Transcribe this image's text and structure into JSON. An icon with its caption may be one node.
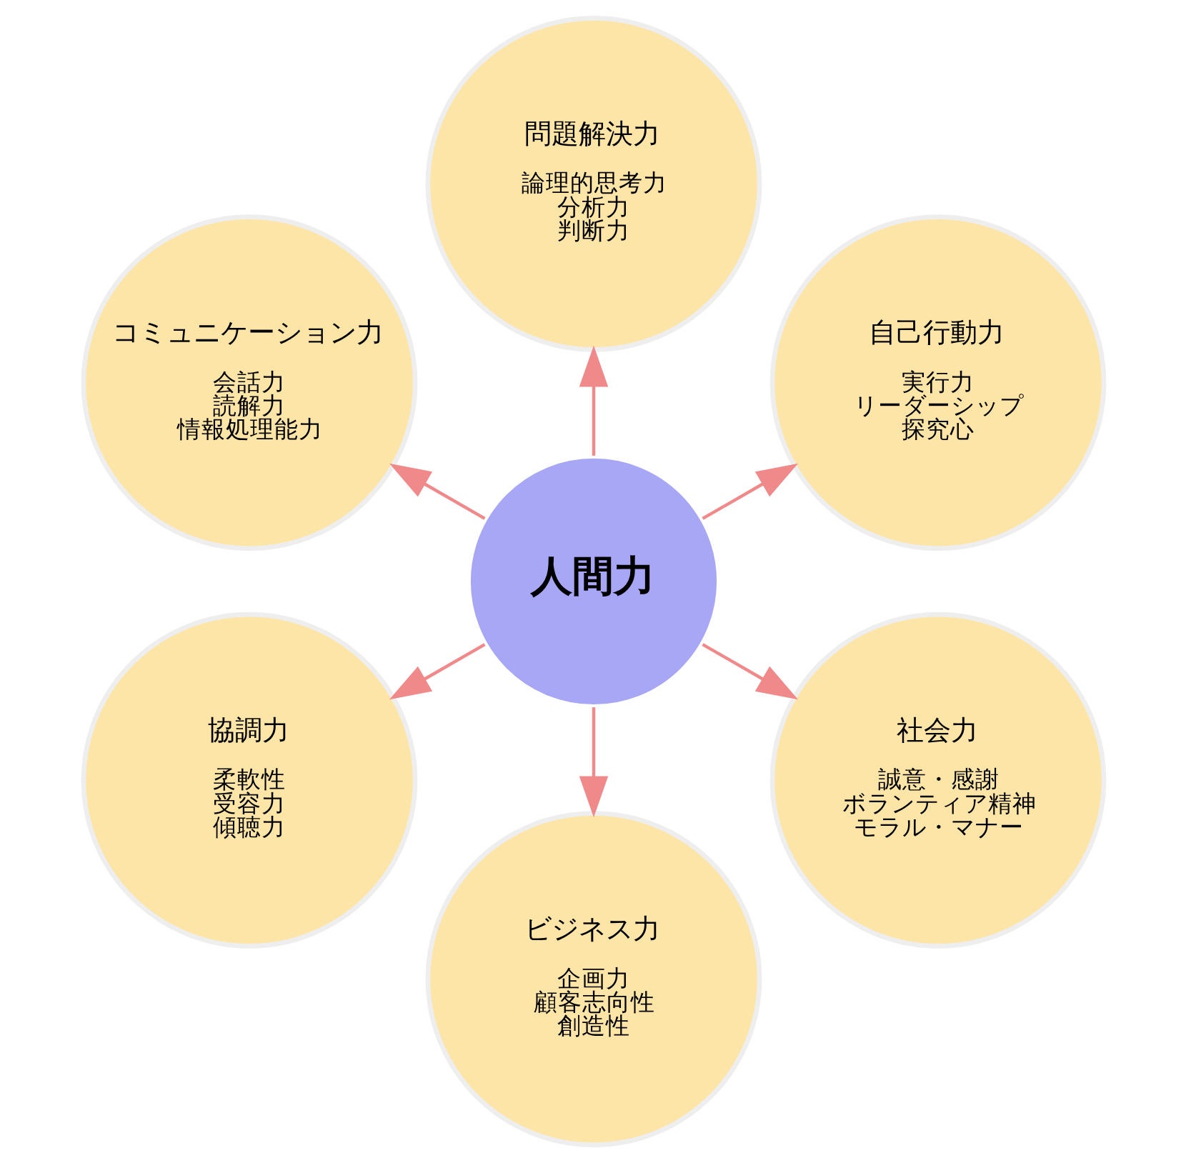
{
  "diagram": {
    "nodes": [
      {
        "text": [
          "自己行動力",
          "実行力",
          "リーダーシップ",
          "探究心"
        ]
      },
      {
        "text": [
          "問題解決力",
          "論理的思考力",
          "分析力",
          "判断力"
        ]
      },
      {
        "text": [
          "コミュニケーション力",
          "会話力",
          "読解力",
          "情報処理能力"
        ]
      },
      {
        "text": [
          "人間力"
        ]
      },
      {
        "text": [
          "協調力",
          "柔軟性",
          "受容力",
          "傾聴力"
        ]
      },
      {
        "text": [
          "ビジネス力",
          "企画力",
          "顧客志向性",
          "創造性"
        ]
      },
      {
        "text": [
          "社会力",
          "誠意・感謝",
          "ボランティア精神",
          "モラル・マナー"
        ]
      }
    ],
    "edges": [
      {
        "from": 3,
        "to": 0,
        "arrow": "to"
      },
      {
        "from": 3,
        "to": 1,
        "arrow": "to"
      },
      {
        "from": 3,
        "to": 5,
        "arrow": "to"
      },
      {
        "from": 3,
        "to": 6,
        "arrow": "to"
      },
      {
        "from": 3,
        "to": 4,
        "arrow": "to"
      },
      {
        "from": 3,
        "to": 2,
        "arrow": "to"
      }
    ]
  }
}
